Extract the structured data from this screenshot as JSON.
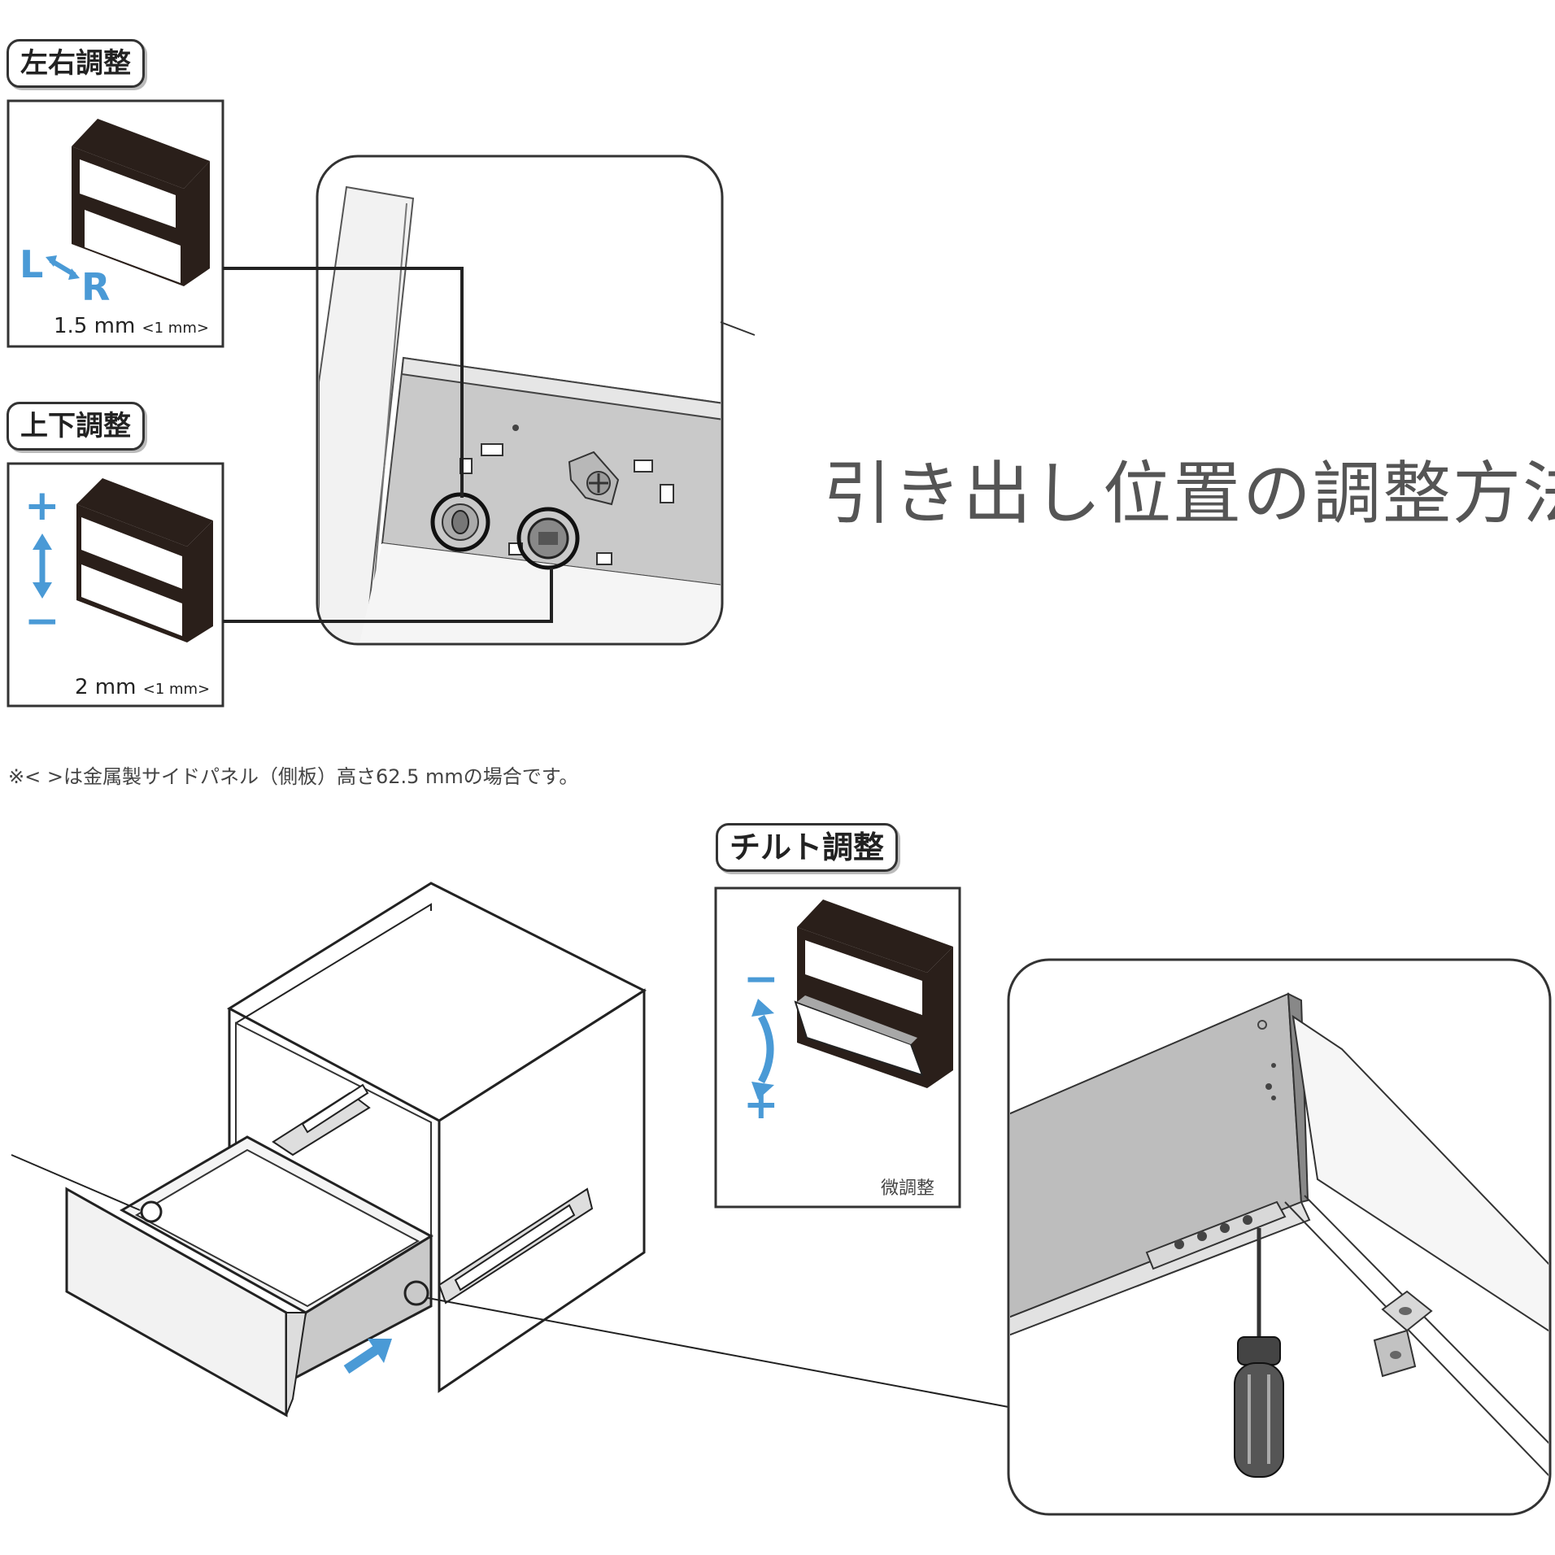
{
  "title": "引き出し位置の調整方法",
  "lateral": {
    "label": "左右調整",
    "left_letter": "L",
    "right_letter": "R",
    "range": "1.5 mm",
    "range_alt": "<1 mm>"
  },
  "vertical": {
    "label": "上下調整",
    "plus": "+",
    "minus": "−",
    "range": "2 mm",
    "range_alt": "<1 mm>"
  },
  "note": "※< >は金属製サイドパネル（側板）高さ62.5 mmの場合です。",
  "tilt": {
    "label": "チルト調整",
    "minus": "−",
    "plus": "+",
    "fine": "微調整"
  },
  "colors": {
    "accent": "#4a9ad6",
    "line": "#222222",
    "panel": "#c9c9c9"
  },
  "icons": [
    "double-arrow-horizontal-icon",
    "double-arrow-vertical-icon",
    "curved-double-arrow-icon",
    "push-arrow-icon",
    "screwdriver-icon"
  ]
}
